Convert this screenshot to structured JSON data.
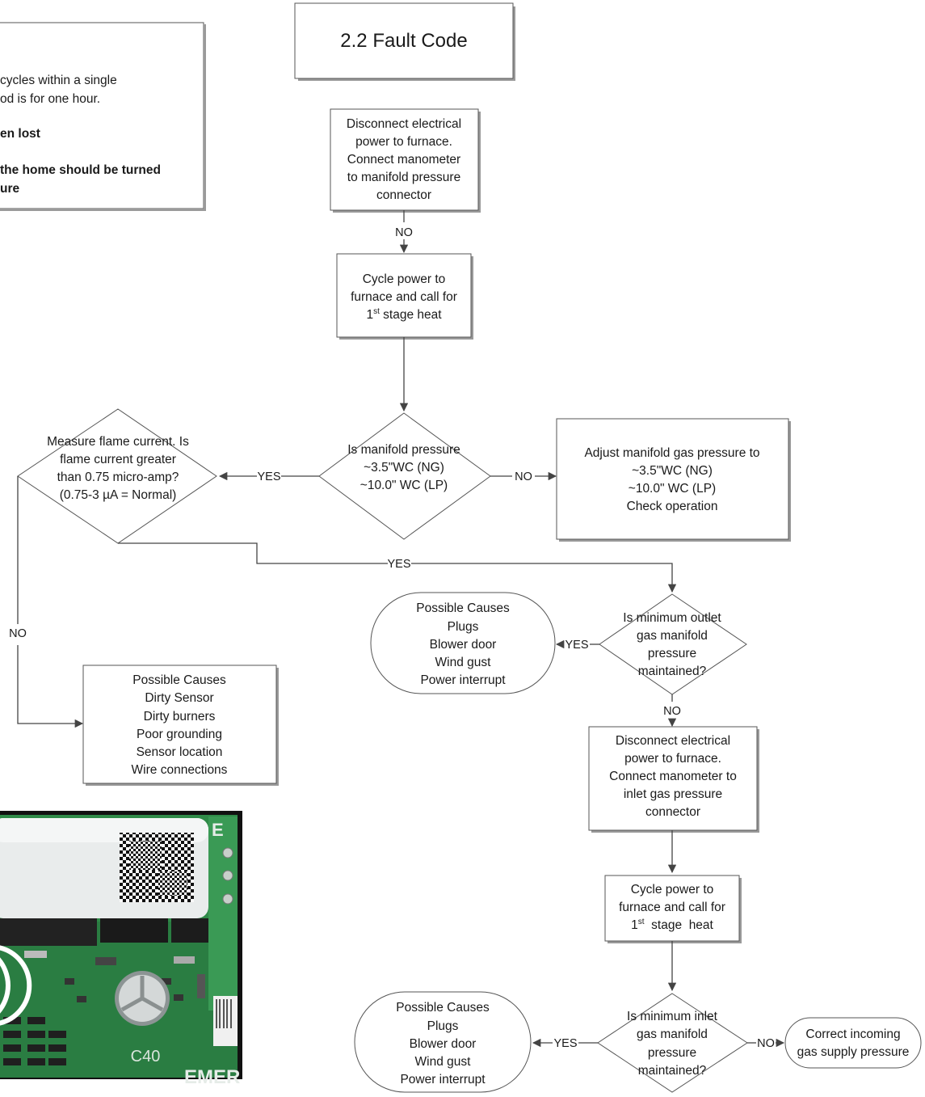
{
  "title": "2.2 Fault Code",
  "note": {
    "line1": "cycles within a single",
    "line2": "od is for one hour.",
    "line3": "en lost",
    "line4": "the home should be turned",
    "line5": "ure"
  },
  "steps": {
    "disconnect_manifold": [
      "Disconnect electrical",
      "power to furnace.",
      "Connect manometer",
      "to manifold pressure",
      "connector"
    ],
    "cycle_power_1": {
      "l1": "Cycle power to",
      "l2": "furnace and call for",
      "l3_num": "1",
      "l3_sup": "st",
      "l3_rest": " stage heat"
    },
    "manifold_decision": [
      "Is manifold pressure",
      "~3.5\"WC (NG)",
      "~10.0\" WC (LP)"
    ],
    "adjust_manifold": [
      "Adjust manifold gas pressure to",
      "~3.5\"WC (NG)",
      "~10.0\" WC (LP)",
      "Check operation"
    ],
    "flame_decision": [
      "Measure flame current. Is",
      "flame current greater",
      "than 0.75 micro-amp?",
      "(0.75-3 µA = Normal)"
    ],
    "causes_flame": [
      "Possible Causes",
      "Dirty Sensor",
      "Dirty burners",
      "Poor grounding",
      "Sensor location",
      "Wire connections"
    ],
    "outlet_decision": [
      "Is minimum outlet",
      "gas manifold",
      "pressure",
      "maintained?"
    ],
    "causes_outlet": [
      "Possible Causes",
      "Plugs",
      "Blower door",
      "Wind gust",
      "Power interrupt"
    ],
    "disconnect_inlet": [
      "Disconnect electrical",
      "power to furnace.",
      "Connect manometer to",
      "inlet gas pressure",
      "connector"
    ],
    "cycle_power_2": {
      "l1": "Cycle power to",
      "l2": "furnace and call for",
      "l3_num": "1",
      "l3_sup": "st",
      "l3_rest": "  stage  heat"
    },
    "inlet_decision": [
      "Is minimum inlet",
      "gas manifold",
      "pressure",
      "maintained?"
    ],
    "causes_inlet": [
      "Possible Causes",
      "Plugs",
      "Blower door",
      "Wind gust",
      "Power interrupt"
    ],
    "correct_supply": [
      "Correct incoming",
      "gas supply pressure"
    ]
  },
  "labels": {
    "no_1": "NO",
    "yes_flame": "YES",
    "no_adjust": "NO",
    "yes_outlet_path": "YES",
    "no_flame": "NO",
    "yes_causes_outlet": "YES",
    "no_outlet": "NO",
    "yes_causes_inlet": "YES",
    "no_inlet": "NO"
  },
  "photo": {
    "component_label": "C40"
  },
  "colors": {
    "board_green": "#2f8a48",
    "line": "#444444",
    "box_shadow": "#9a9a9a"
  }
}
